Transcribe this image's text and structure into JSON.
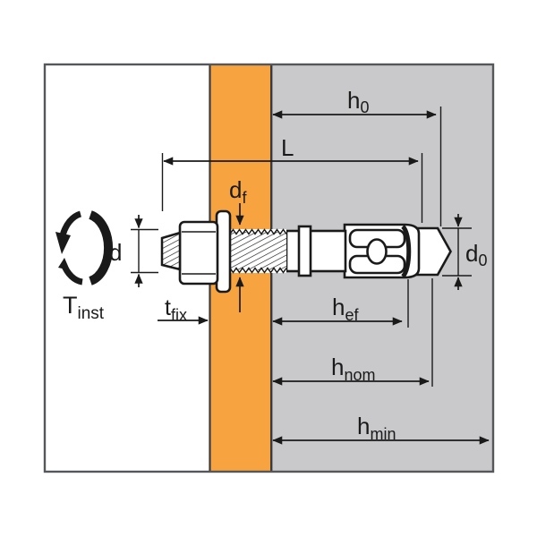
{
  "diagram": {
    "labels": {
      "torque": {
        "main": "T",
        "sub": "inst"
      },
      "bolt_diameter": {
        "main": "d"
      },
      "fixture_hole_diameter": {
        "main": "d",
        "sub": "f"
      },
      "fixture_thickness": {
        "main": "t",
        "sub": "fix"
      },
      "anchor_length": {
        "main": "L"
      },
      "hole_depth": {
        "main": "h",
        "sub": "0"
      },
      "effective_embedment": {
        "main": "h",
        "sub": "ef"
      },
      "nominal_embedment": {
        "main": "h",
        "sub": "nom"
      },
      "min_base_thickness": {
        "main": "h",
        "sub": "min"
      },
      "drill_hole_diameter": {
        "main": "d",
        "sub": "0"
      }
    },
    "colors": {
      "fixture": "#F7A440",
      "base_material": "#C9C9CB",
      "lines": "#1A1A1A",
      "panel_border": "#55575A",
      "background": "#FFFFFF",
      "anchor_fill": "#FFFFFF"
    }
  }
}
